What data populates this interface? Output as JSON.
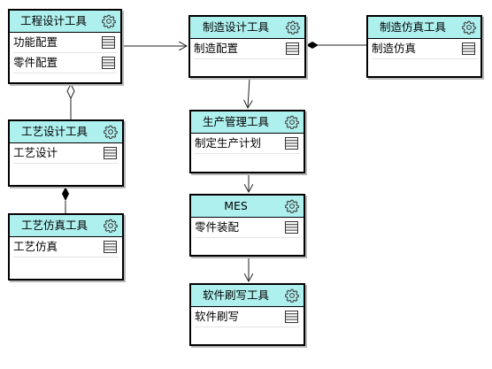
{
  "nodes": {
    "engineering_design_tool": {
      "title": "工程设计工具",
      "items": [
        "功能配置",
        "零件配置"
      ]
    },
    "manufacturing_design_tool": {
      "title": "制造设计工具",
      "items": [
        "制造配置"
      ]
    },
    "manufacturing_simulation_tool": {
      "title": "制造仿真工具",
      "items": [
        "制造仿真"
      ]
    },
    "process_design_tool": {
      "title": "工艺设计工具",
      "items": [
        "工艺设计"
      ]
    },
    "process_simulation_tool": {
      "title": "工艺仿真工具",
      "items": [
        "工艺仿真"
      ]
    },
    "production_management_tool": {
      "title": "生产管理工具",
      "items": [
        "制定生产计划"
      ]
    },
    "mes": {
      "title": "MES",
      "items": [
        "零件装配"
      ]
    },
    "software_flashing_tool": {
      "title": "软件刷写工具",
      "items": [
        "软件刷写"
      ]
    }
  },
  "icons": {
    "header": "gear-icon",
    "row": "list-icon"
  },
  "colors": {
    "header_fill": "#aef0ee",
    "border": "#000000",
    "shadow": "#b8b8b8"
  }
}
